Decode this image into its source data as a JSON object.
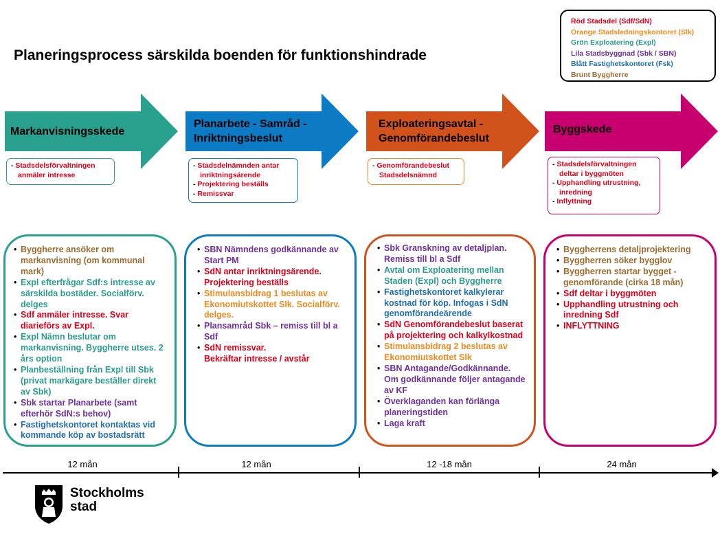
{
  "title": "Planeringsprocess särskilda boenden för funktionshindrade",
  "colors": {
    "red": "#e0001b",
    "orange": "#f08a1e",
    "green": "#2a9d8f",
    "purple": "#7030a0",
    "blue": "#1f6fb2",
    "brown": "#9e6b2e",
    "teal_arrow": "#2aa08f",
    "blue_arrow": "#0c7bc4",
    "orange_arrow": "#d2521b",
    "magenta_arrow": "#c8006f"
  },
  "legend": [
    {
      "text": "Röd Stadsdel (Sdf/SdN)",
      "color": "#e0001b"
    },
    {
      "text": "Orange Stadsledningskontoret (Slk)",
      "color": "#f08a1e"
    },
    {
      "text": "Grön Exploatering (Expl)",
      "color": "#2a9d8f"
    },
    {
      "text": "Lila Stadsbyggnad (Sbk / SBN)",
      "color": "#7030a0"
    },
    {
      "text": "Blått Fastighetskontoret (Fsk)",
      "color": "#1f6fb2"
    },
    {
      "text": "Brunt Byggherre",
      "color": "#9e6b2e"
    }
  ],
  "phases": [
    {
      "label": "Markanvisningsskede",
      "summary": [
        "Stadsdelsförvaltningen anmäler intresse"
      ],
      "details": [
        {
          "text": "Byggherre ansöker om markanvisning (om kommunal mark)",
          "color": "#9e6b2e"
        },
        {
          "text": "Expl efterfrågar Sdf:s intresse av särskilda bostäder. Socialförv. delges",
          "color": "#2a9d8f"
        },
        {
          "text": "Sdf anmäler intresse. Svar diarieförs av Expl.",
          "color": "#e0001b"
        },
        {
          "text": "Expl Nämn beslutar om markanvisning. Byggherre utses. 2 års option",
          "color": "#2a9d8f"
        },
        {
          "text": "Planbeställning från Expl till Sbk (privat markägare beställer direkt av Sbk)",
          "color": "#2a9d8f"
        },
        {
          "text": "Sbk startar Planarbete (samt efterhör SdN:s behov)",
          "color": "#7030a0"
        },
        {
          "text": "Fastighetskontoret kontaktas vid kommande köp av bostadsrätt",
          "color": "#1f6fb2"
        }
      ],
      "duration": "12 mån"
    },
    {
      "label": "Planarbete - Samråd - Inriktningsbeslut",
      "summary": [
        "Stadsdelnämnden antar inriktningsärende",
        "Projektering beställs",
        "Remissvar"
      ],
      "details": [
        {
          "text": "SBN Nämndens godkännande av Start PM",
          "color": "#7030a0"
        },
        {
          "text": "SdN antar inriktningsärende. Projektering beställs",
          "color": "#e0001b"
        },
        {
          "text": "Stimulansbidrag 1 beslutas av Ekonomiutskottet Slk. Socialförv. delges.",
          "color": "#f08a1e"
        },
        {
          "text": "Plansamråd Sbk – remiss till bl a Sdf",
          "color": "#7030a0"
        },
        {
          "text": "SdN remissvar.",
          "color": "#e0001b"
        },
        {
          "text": "Bekräftar intresse / avstår",
          "color": "#e0001b"
        }
      ],
      "duration": "12 mån"
    },
    {
      "label": "Exploateringsavtal - Genomförandebeslut",
      "summary": [
        "Genomförandebeslut Stadsdelsnämnd"
      ],
      "details": [
        {
          "text": "Sbk Granskning av detaljplan. Remiss till bl a Sdf",
          "color": "#7030a0"
        },
        {
          "text": "Avtal om Exploatering mellan Staden (Expl) och Byggherre",
          "color": "#2a9d8f"
        },
        {
          "text": "Fastighetskontoret kalkylerar kostnad för köp. Infogas i SdN genomförandeärende",
          "color": "#1f6fb2"
        },
        {
          "text": "SdN Genomförandebeslut baserat på projektering och kalkylkostnad",
          "color": "#e0001b"
        },
        {
          "text": "Stimulansbidrag 2 beslutas av Ekonomiutskottet Slk",
          "color": "#f08a1e"
        },
        {
          "text": "SBN Antagande/Godkännande. Om godkännande följer antagande av KF",
          "color": "#7030a0"
        },
        {
          "text": "Överklaganden kan förlänga planeringstiden",
          "color": "#7030a0"
        },
        {
          "text": "Laga kraft",
          "color": "#7030a0"
        }
      ],
      "duration": "12 -18 mån"
    },
    {
      "label": "Byggskede",
      "summary": [
        "Stadsdelsförvaltningen deltar i byggmöten",
        "Upphandling utrustning, inredning",
        "Inflyttning"
      ],
      "details": [
        {
          "text": "Byggherrens detaljprojektering",
          "color": "#9e6b2e"
        },
        {
          "text": "Byggherren söker bygglov",
          "color": "#9e6b2e"
        },
        {
          "text": "Byggherren startar bygget - genomförande (cirka 18 mån)",
          "color": "#9e6b2e"
        },
        {
          "text": "Sdf deltar i byggmöten",
          "color": "#e0001b"
        },
        {
          "text": "Upphandling utrustning och inredning Sdf",
          "color": "#e0001b"
        },
        {
          "text": "INFLYTTNING",
          "color": "#e0001b"
        }
      ],
      "duration": "24 mån"
    }
  ],
  "logo": {
    "line1": "Stockholms",
    "line2": "stad"
  }
}
